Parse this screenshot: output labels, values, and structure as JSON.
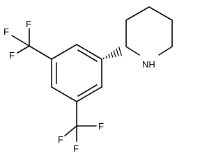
{
  "molecule": {
    "atoms": {
      "nh": "NH",
      "f_top_left_1": "F",
      "f_top_left_2": "F",
      "f_top_left_3": "F",
      "f_bottom_1": "F",
      "f_bottom_2": "F",
      "f_bottom_3": "F"
    },
    "stereo_bond": "hashed-wedge"
  }
}
